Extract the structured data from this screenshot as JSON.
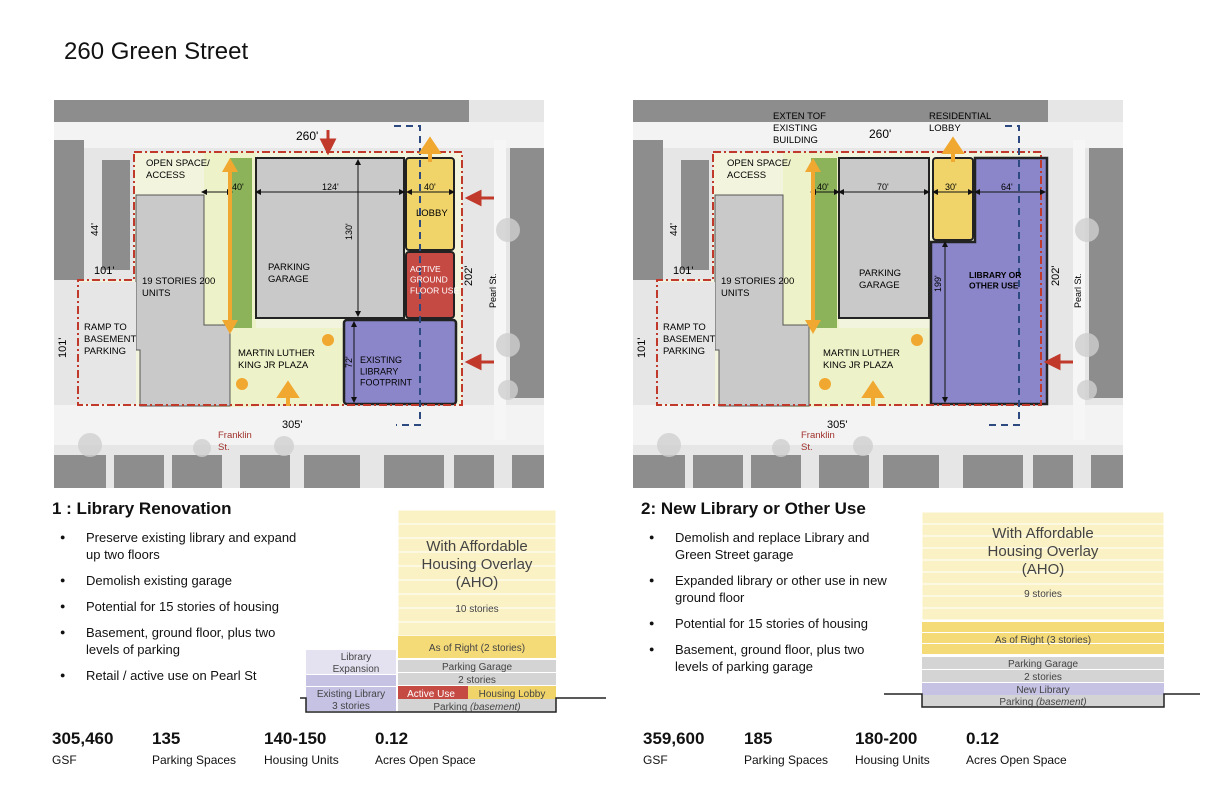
{
  "page": {
    "title": "260 Green Street"
  },
  "option1": {
    "heading": "1 : Library Renovation",
    "bullets": [
      "Preserve existing library and expand up two floors",
      "Demolish existing garage",
      "Potential for 15 stories of housing",
      "Basement, ground floor, plus two levels of parking",
      "Retail / active use on Pearl St"
    ],
    "stats": [
      {
        "value": "305,460",
        "label": "GSF"
      },
      {
        "value": "135",
        "label": "Parking Spaces"
      },
      {
        "value": "140-150",
        "label": "Housing Units"
      },
      {
        "value": "0.12",
        "label": "Acres Open Space"
      }
    ],
    "plan": {
      "top_dim": "260'",
      "left_dim": "101'",
      "bottom_dim": "305'",
      "right_dim": "202'",
      "left_small_dim": "44'",
      "mid_dim": "101'",
      "street_bottom": "Franklin St.",
      "street_right": "Pearl St.",
      "open_space": "OPEN SPACE/ ACCESS",
      "width_40a": "40'",
      "width_124": "124'",
      "width_40b": "40'",
      "depth_130": "130'",
      "depth_72": "72'",
      "lobby": "LOBBY",
      "parking": "PARKING GARAGE",
      "active": "ACTIVE GROUND FLOOR USE",
      "tower": "19 STORIES 200 UNITS",
      "ramp": "RAMP TO BASEMENT PARKING",
      "plaza": "MARTIN LUTHER KING JR PLAZA",
      "library": "EXISTING LIBRARY FOOTPRINT"
    },
    "stack": {
      "aho_title": "With Affordable Housing Overlay (AHO)",
      "aho_stories": "10 stories",
      "as_of_right": "As of Right (2 stories)",
      "parking_garage": "Parking Garage",
      "two_stories": "2 stories",
      "lib_expansion": "Library Expansion",
      "existing_library": "Existing Library",
      "three_stories": "3 stories",
      "active_use": "Active Use",
      "housing_lobby": "Housing Lobby",
      "parking_basement": "Parking",
      "basement_note": "(basement)"
    }
  },
  "option2": {
    "heading": "2: New Library or Other Use",
    "bullets": [
      "Demolish and replace Library and Green Street garage",
      "Expanded library or other use in new ground floor",
      "Potential for 15 stories of housing",
      "Basement, ground floor, plus two levels of parking garage"
    ],
    "stats": [
      {
        "value": "359,600",
        "label": "GSF"
      },
      {
        "value": "185",
        "label": "Parking Spaces"
      },
      {
        "value": "180-200",
        "label": "Housing Units"
      },
      {
        "value": "0.12",
        "label": "Acres Open Space"
      }
    ],
    "plan": {
      "top_dim": "260'",
      "left_dim": "101'",
      "bottom_dim": "305'",
      "right_dim": "202'",
      "left_small_dim": "44'",
      "mid_dim": "101'",
      "street_bottom": "Franklin St.",
      "street_right": "Pearl St.",
      "extent": "EXTEN TOF EXISTING BUILDING",
      "res_lobby": "RESIDENTIAL LOBBY",
      "open_space": "OPEN SPACE/ ACCESS",
      "width_40": "40'",
      "width_70": "70'",
      "width_30": "30'",
      "width_64": "64'",
      "depth_199": "199'",
      "parking": "PARKING GARAGE",
      "library": "LIBRARY OR OTHER USE",
      "tower": "19 STORIES 200 UNITS",
      "ramp": "RAMP TO BASEMENT PARKING",
      "plaza": "MARTIN LUTHER KING JR PLAZA"
    },
    "stack": {
      "aho_title": "With Affordable Housing Overlay (AHO)",
      "aho_stories": "9 stories",
      "as_of_right": "As of Right (3 stories)",
      "parking_garage": "Parking Garage",
      "two_stories": "2 stories",
      "new_library": "New Library",
      "parking_basement": "Parking",
      "basement_note": "(basement)"
    }
  },
  "colors": {
    "library": "#8b86c9",
    "lobby": "#f0d46a",
    "active": "#c64a44",
    "green": "#8db35a",
    "plaza": "#eef2c8",
    "garage": "#c9c9c9",
    "aho": "#faf1c4",
    "aor": "#f5da78",
    "boundary": "#c0392b",
    "arrow": "#f0a830",
    "dash": "#2c4a80"
  }
}
